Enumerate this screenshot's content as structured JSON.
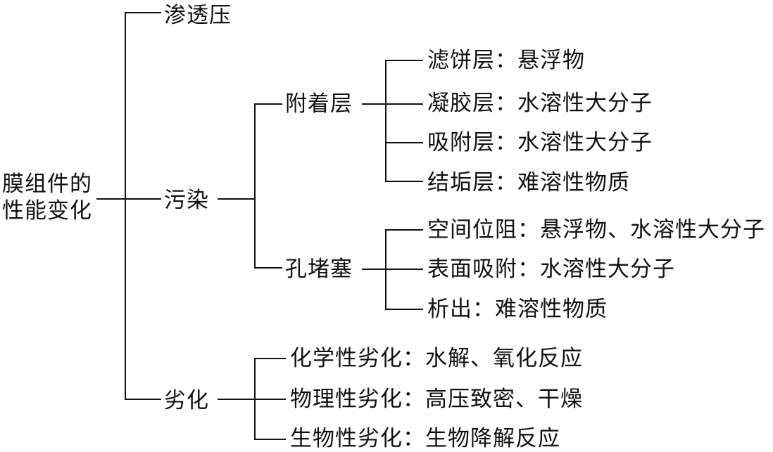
{
  "colors": {
    "ink": "#111111",
    "background": "#ffffff"
  },
  "root": {
    "line1": "膜组件的",
    "line2": "性能变化"
  },
  "osmotic": {
    "label": "渗透压"
  },
  "fouling": {
    "label": "污染",
    "attached_layer": {
      "label": "附着层",
      "items": [
        "滤饼层：悬浮物",
        "凝胶层：水溶性大分子",
        "吸附层：水溶性大分子",
        "结垢层：难溶性物质"
      ]
    },
    "pore_blocking": {
      "label": "孔堵塞",
      "items": [
        "空间位阻：悬浮物、水溶性大分子",
        "表面吸附：水溶性大分子",
        "析出：难溶性物质"
      ]
    }
  },
  "degradation": {
    "label": "劣化",
    "items": [
      "化学性劣化：水解、氧化反应",
      "物理性劣化：高压致密、干燥",
      "生物性劣化：生物降解反应"
    ]
  }
}
